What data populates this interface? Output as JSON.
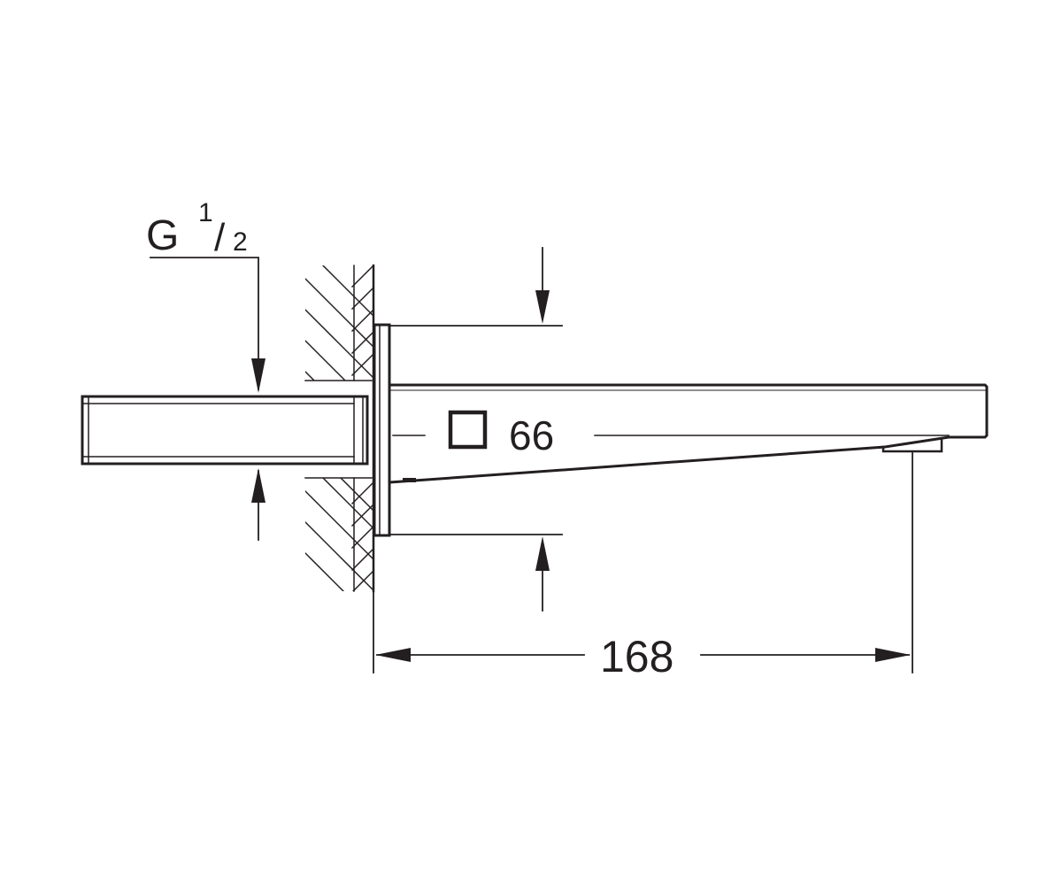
{
  "thread": {
    "letter": "G",
    "numerator": "1",
    "slash": "/",
    "denominator": "2"
  },
  "height_dimension": {
    "value": "66"
  },
  "projection_dimension": {
    "value": "168"
  },
  "colors": {
    "line": "#231f20",
    "background": "#ffffff"
  }
}
